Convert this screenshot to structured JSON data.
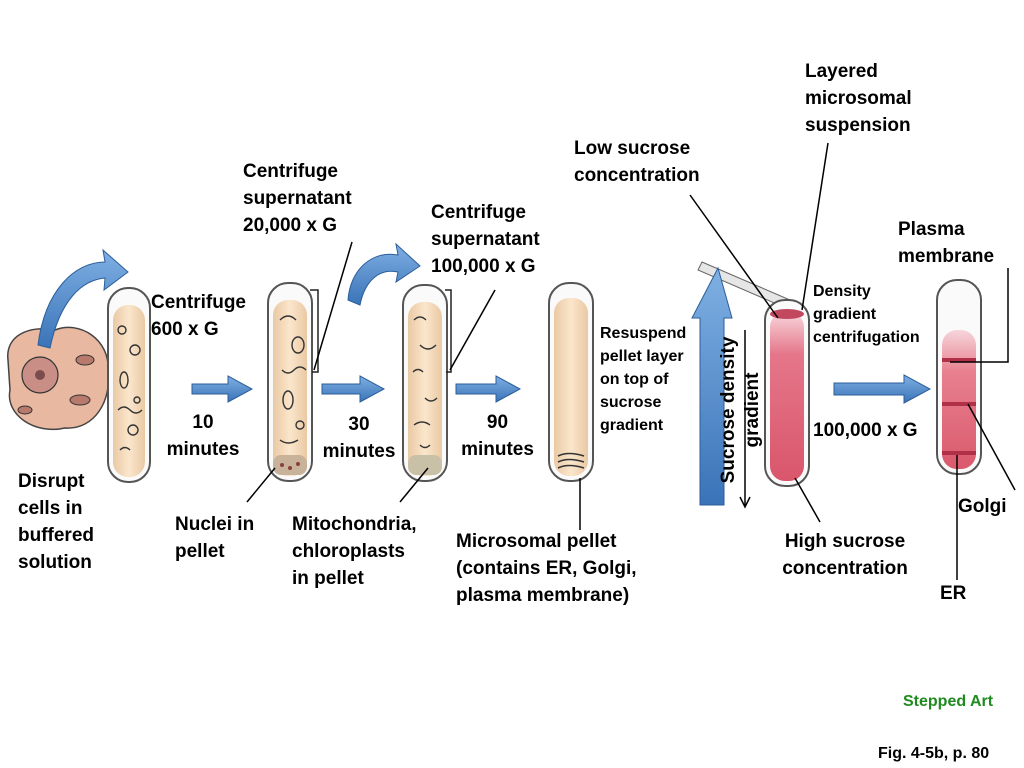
{
  "labels": {
    "disrupt": "Disrupt\ncells in\nbuffered\nsolution",
    "centrifuge_600": "Centrifuge\n600 x G",
    "time_10": "10\nminutes",
    "nuclei": "Nuclei in\npellet",
    "supernatant_20000": "Centrifuge\nsupernatant\n20,000 x G",
    "time_30": "30\nminutes",
    "mito": "Mitochondria,\nchloroplasts\nin pellet",
    "supernatant_100000": "Centrifuge\nsupernatant\n100,000 x G",
    "time_90": "90\nminutes",
    "microsomal_pellet": "Microsomal pellet\n(contains ER, Golgi,\nplasma membrane)",
    "resuspend": "Resuspend\npellet layer\non top of\nsucrose\ngradient",
    "low_sucrose": "Low sucrose\nconcentration",
    "layered": "Layered\nmicrosomal\nsuspension",
    "density_gradient": "Density\ngradient\ncentrifugation",
    "sucrose_density": "Sucrose density\ngradient",
    "high_sucrose": "High sucrose\nconcentration",
    "g_100000": "100,000 x G",
    "plasma_membrane": "Plasma\nmembrane",
    "golgi": "Golgi",
    "er": "ER"
  },
  "footer": {
    "stepped_art": "Stepped Art",
    "figure_ref": "Fig. 4-5b, p. 80"
  },
  "colors": {
    "arrow_blue": "#4a86c8",
    "tube_liquid": "#f7dcbd",
    "gradient_red": "#e05a6e",
    "stepped_green": "#1f8a1f"
  }
}
